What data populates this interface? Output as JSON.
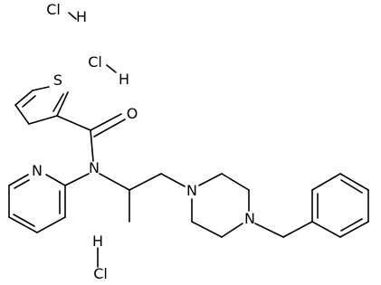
{
  "labels": {
    "cl_a": "Cl",
    "h_a": "H",
    "cl_b": "Cl",
    "h_b": "H",
    "cl_c": "Cl",
    "h_c": "H",
    "sulfur": "S",
    "oxygen": "O",
    "amide_nitrogen": "N",
    "pyridine_nitrogen": "N",
    "piperazine_n1": "N",
    "piperazine_n4": "N"
  }
}
